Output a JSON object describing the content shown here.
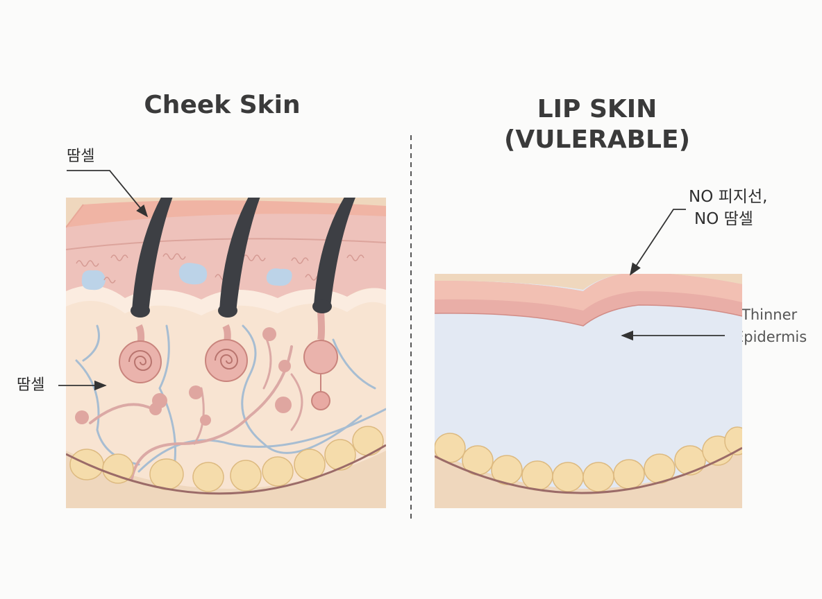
{
  "left_panel": {
    "title": "Cheek Skin",
    "label_top": "땀셀",
    "label_side": "땀셀"
  },
  "right_panel": {
    "title_line1": "LIP SKIN",
    "title_line2": "(VULERABLE)",
    "label_top_line1": "NO 피지선,",
    "label_top_line2": "NO 땀셀",
    "label_side_line1": "Thinner",
    "label_side_line2": "Epidermis"
  },
  "colors": {
    "stratum": "#f0b4a4",
    "epidermis": "#eec2bb",
    "dermis": "#f8e4d2",
    "fat_cell": "#f5dcab",
    "lip_dermis": "#e3e9f3",
    "hair": "#3d3f44",
    "vessel_blue": "#a7bdd2",
    "vessel_pink": "#dba9a5"
  }
}
